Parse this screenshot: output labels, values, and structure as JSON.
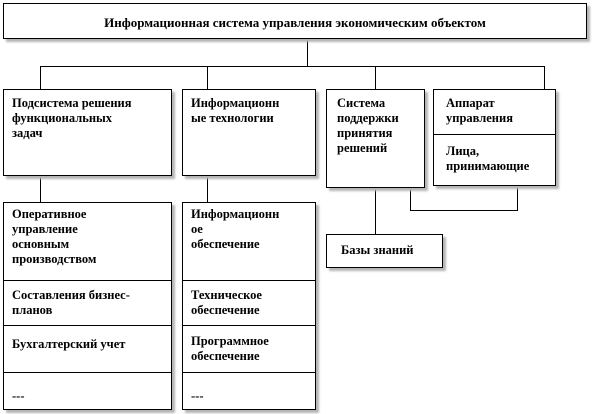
{
  "root": {
    "label": "Информационная система управления экономическим объектом"
  },
  "col1": {
    "header": "Подсистема решения\nфункциональных\nзадач",
    "items": [
      "Оперативное\nуправление\nосновным\nпроизводством",
      "Составления бизнес-\nпланов",
      "Бухгалтерский  учет",
      "---"
    ]
  },
  "col2": {
    "header": "Информационн\nые технологии",
    "items": [
      "Информационн\nое\nобеспечение",
      "Техническое\nобеспечение",
      "Программное\nобеспечение",
      "---"
    ]
  },
  "col3": {
    "header": "Система\nподдержки\nпринятия\nрешений",
    "child": "Базы знаний"
  },
  "col4": {
    "header": "Аппарат\nуправления",
    "sub": "Лица,\nпринимающие"
  }
}
